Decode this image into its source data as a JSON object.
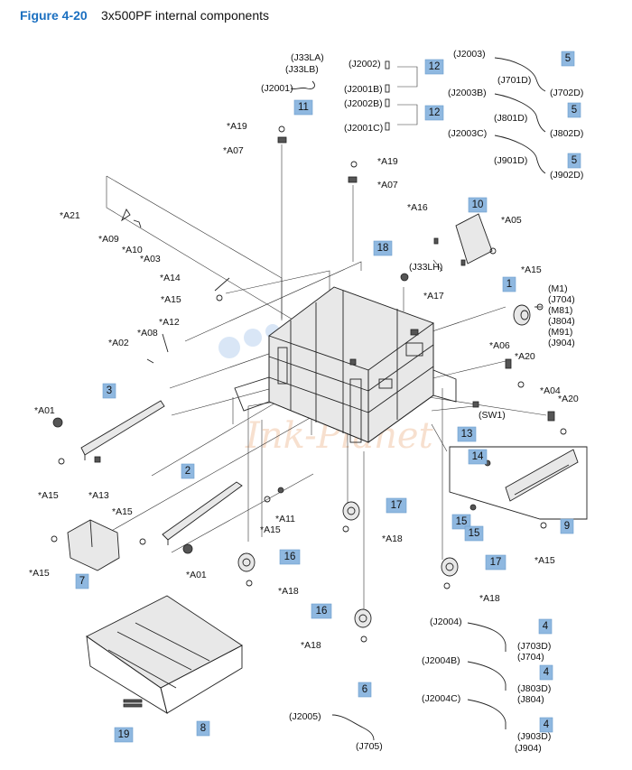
{
  "header": {
    "figure_label": "Figure 4-20",
    "title": "3x500PF internal components"
  },
  "diagram": {
    "callouts": [
      "1",
      "2",
      "3",
      "4",
      "4",
      "4",
      "5",
      "5",
      "5",
      "6",
      "7",
      "8",
      "9",
      "10",
      "11",
      "12",
      "12",
      "13",
      "14",
      "15",
      "15",
      "16",
      "16",
      "17",
      "17",
      "18",
      "19"
    ],
    "part_labels": [
      "*A01",
      "*A01",
      "*A02",
      "*A03",
      "*A04",
      "*A05",
      "*A06",
      "*A07",
      "*A07",
      "*A08",
      "*A09",
      "*A10",
      "*A11",
      "*A12",
      "*A13",
      "*A14",
      "*A15",
      "*A15",
      "*A15",
      "*A15",
      "*A15",
      "*A15",
      "*A15",
      "*A16",
      "*A17",
      "*A18",
      "*A18",
      "*A18",
      "*A18",
      "*A19",
      "*A19",
      "*A20",
      "*A20",
      "*A21"
    ],
    "connector_labels": [
      "(J33LA)",
      "(J33LB)",
      "(J2001)",
      "(J2002)",
      "(J2001B)",
      "(J2002B)",
      "(J2001C)",
      "(J2003)",
      "(J701D)",
      "(J702D)",
      "(J2003B)",
      "(J801D)",
      "(J802D)",
      "(J2003C)",
      "(J901D)",
      "(J902D)",
      "(J33LH)",
      "(M1)",
      "(J704)",
      "(M81)",
      "(J804)",
      "(M91)",
      "(J904)",
      "(SW1)",
      "(J2004)",
      "(J703D)",
      "(J704)",
      "(J2004B)",
      "(J803D)",
      "(J804)",
      "(J2004C)",
      "(J903D)",
      "(J904)",
      "(J2005)",
      "(J705)"
    ]
  },
  "colors": {
    "figure_label": "#1a6fc0",
    "callout_fill": "#8fb8e0"
  }
}
